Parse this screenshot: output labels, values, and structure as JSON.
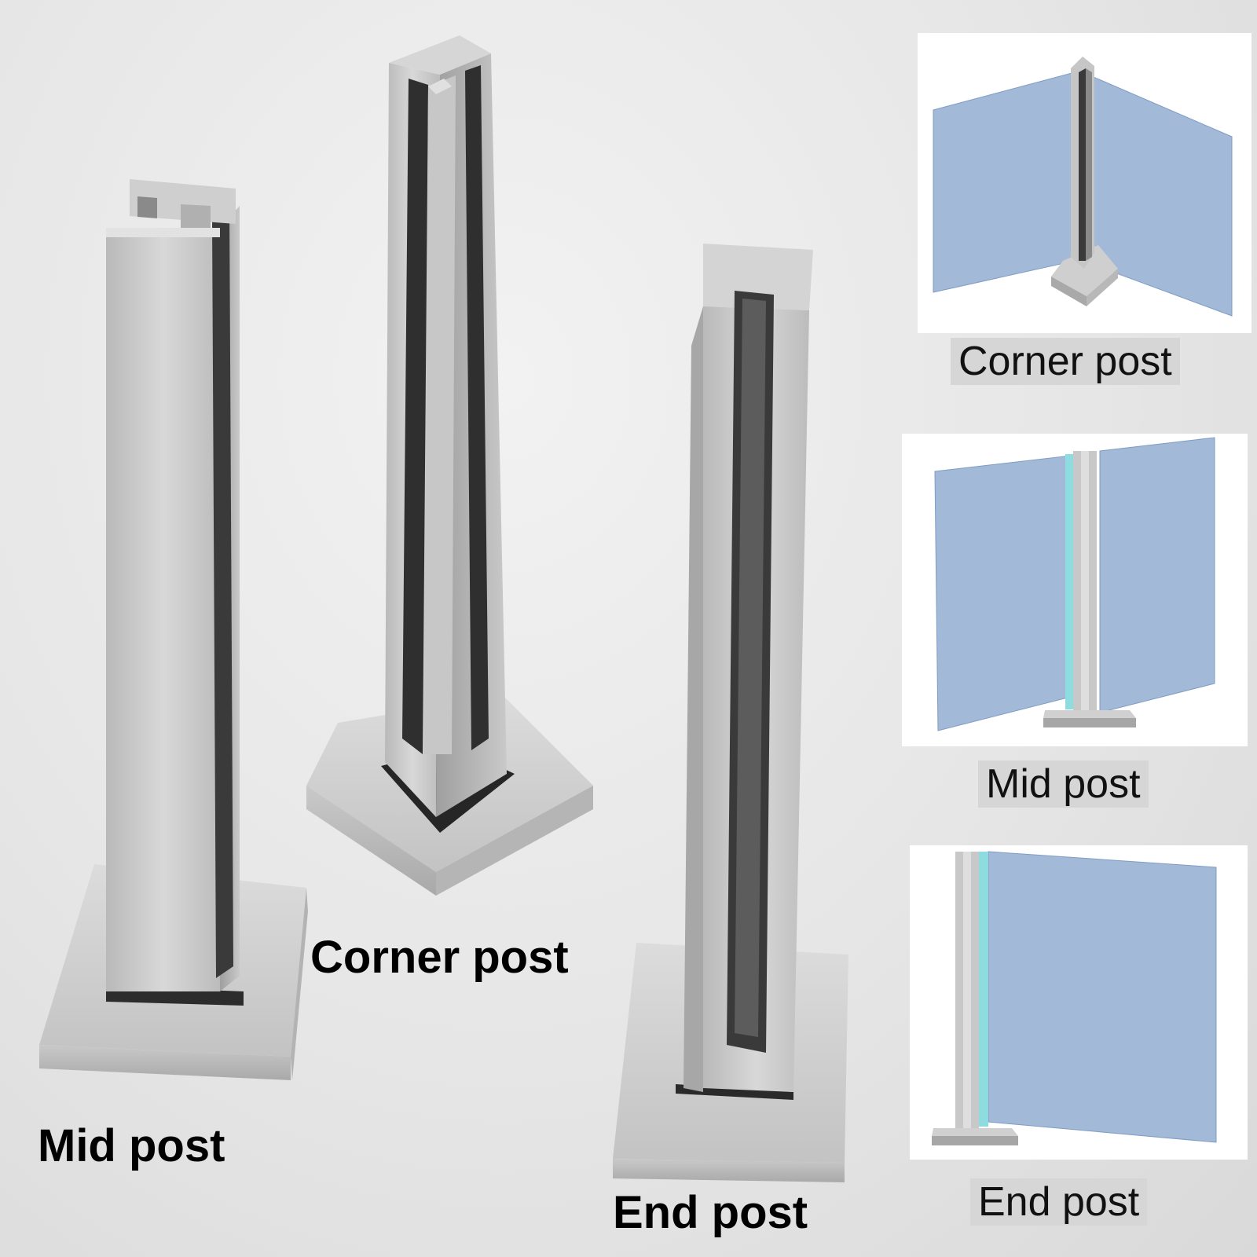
{
  "products": {
    "mid_label": "Mid post",
    "corner_label": "Corner post",
    "end_label": "End post"
  },
  "panels": {
    "corner_caption": "Corner post",
    "mid_caption": "Mid post",
    "end_caption": "End post"
  },
  "colors": {
    "glass": "#a2b9d8",
    "glass_edge": "#8fdce0",
    "steel": "#c4c4c4",
    "background": "#e6e6e6"
  }
}
